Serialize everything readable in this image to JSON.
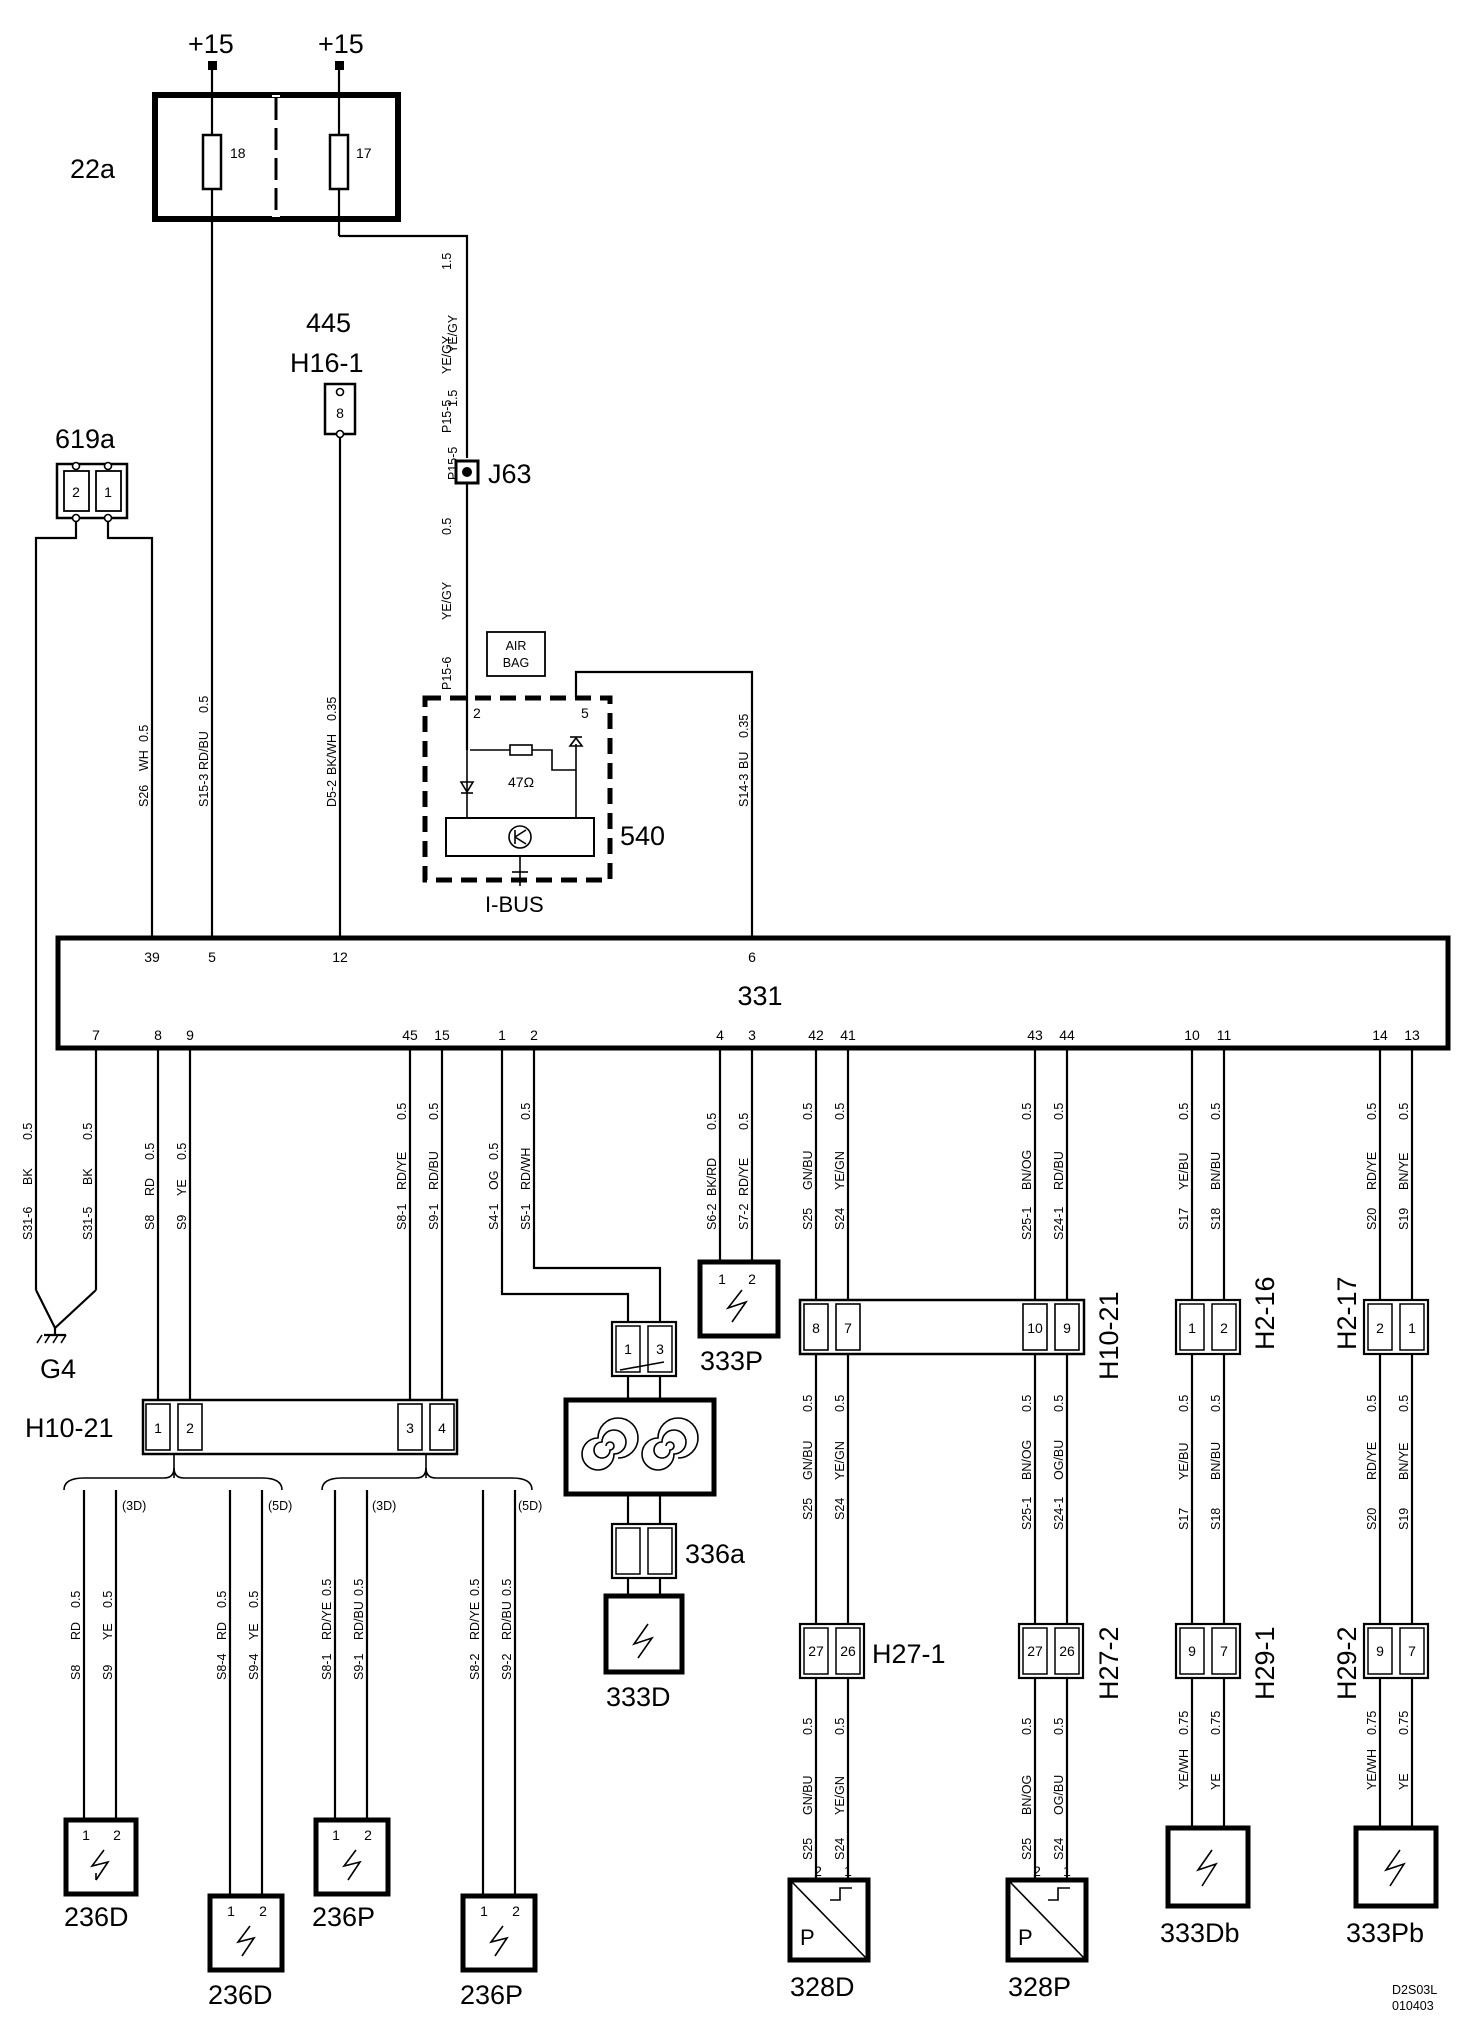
{
  "supply": {
    "left": "+15",
    "right": "+15"
  },
  "fusebox": {
    "name": "22a",
    "fuse_left": "18",
    "fuse_right": "17"
  },
  "ground": {
    "name": "G4"
  },
  "components": {
    "c619a": {
      "name": "619a",
      "pins": [
        "2",
        "1"
      ]
    },
    "c445": {
      "name": "445",
      "sub": "H16-1",
      "pin": "8"
    },
    "j63": {
      "name": "J63"
    },
    "airbag_tag": {
      "line1": "AIR",
      "line2": "BAG"
    },
    "c540": {
      "name": "540",
      "pin_a": "2",
      "pin_b": "5",
      "resistor": "47Ω",
      "bus": "I-BUS"
    },
    "c331": {
      "name": "331",
      "top_pins": [
        "39",
        "5",
        "12",
        "6"
      ],
      "bottom_pins": [
        "7",
        "8",
        "9",
        "45",
        "15",
        "1",
        "2",
        "4",
        "3",
        "42",
        "41",
        "43",
        "44",
        "10",
        "11",
        "14",
        "13"
      ]
    },
    "h10_21_left": {
      "name": "H10-21",
      "pins": [
        "1",
        "2",
        "3",
        "4"
      ]
    },
    "h10_21_right": {
      "name": "H10-21",
      "pins": [
        "8",
        "7",
        "10",
        "9"
      ]
    },
    "h2_16": {
      "name": "H2-16",
      "pins": [
        "1",
        "2"
      ]
    },
    "h2_17": {
      "name": "H2-17",
      "pins": [
        "2",
        "1"
      ]
    },
    "c336a": {
      "name": "336a",
      "pins": [
        "1",
        "3"
      ]
    },
    "c333D": {
      "name": "333D"
    },
    "c333P": {
      "name": "333P",
      "pins": [
        "1",
        "2"
      ]
    },
    "h27_1": {
      "name": "H27-1",
      "pins": [
        "27",
        "26"
      ]
    },
    "h27_2": {
      "name": "H27-2",
      "pins": [
        "27",
        "26"
      ]
    },
    "h29_1": {
      "name": "H29-1",
      "pins": [
        "9",
        "7"
      ]
    },
    "h29_2": {
      "name": "H29-2",
      "pins": [
        "9",
        "7"
      ]
    },
    "c236D_a": {
      "name": "236D",
      "pins": [
        "1",
        "2"
      ]
    },
    "c236D_b": {
      "name": "236D",
      "pins": [
        "1",
        "2"
      ]
    },
    "c236P_a": {
      "name": "236P",
      "pins": [
        "1",
        "2"
      ]
    },
    "c236P_b": {
      "name": "236P",
      "pins": [
        "1",
        "2"
      ]
    },
    "c328D": {
      "name": "328D",
      "pins": [
        "2",
        "1"
      ],
      "symbol": "P"
    },
    "c328P": {
      "name": "328P",
      "pins": [
        "2",
        "1"
      ],
      "symbol": "P"
    },
    "c333Db": {
      "name": "333Db"
    },
    "c333Pb": {
      "name": "333Pb"
    }
  },
  "variants": {
    "d3": "(3D)",
    "d5": "(5D)"
  },
  "wires": {
    "w17": [
      "1.5",
      "YE/GY",
      "P15-5"
    ],
    "j63_low": [
      "0.5",
      "YE/GY",
      "P15-6"
    ],
    "w619_left": [
      "S26",
      "WH",
      "0.5"
    ],
    "w_fuse18": [
      "S15-3",
      "RD/BU",
      "0.5"
    ],
    "w_445": [
      "D5-2",
      "BK/WH",
      "0.35"
    ],
    "w_540": [
      "S14-3",
      "BU",
      "0.35"
    ],
    "w_g4a": [
      "S31-6",
      "BK",
      "0.5"
    ],
    "w_g4b": [
      "S31-5",
      "BK",
      "0.5"
    ],
    "w8": [
      "S8",
      "RD",
      "0.5"
    ],
    "w9": [
      "S9",
      "YE",
      "0.5"
    ],
    "w45": [
      "S8-1",
      "RD/YE",
      "0.5"
    ],
    "w15": [
      "S9-1",
      "RD/BU",
      "0.5"
    ],
    "w1": [
      "S4-1",
      "OG",
      "0.5"
    ],
    "w2": [
      "S5-1",
      "RD/WH",
      "0.5"
    ],
    "w4": [
      "S6-2",
      "BK/RD",
      "0.5"
    ],
    "w3": [
      "S7-2",
      "RD/YE",
      "0.5"
    ],
    "w42": [
      "S25",
      "GN/BU",
      "0.5"
    ],
    "w41": [
      "S24",
      "YE/GN",
      "0.5"
    ],
    "w43": [
      "S25-1",
      "BN/OG",
      "0.5"
    ],
    "w44": [
      "S24-1",
      "RD/BU",
      "0.5"
    ],
    "w10": [
      "S17",
      "YE/BU",
      "0.5"
    ],
    "w11": [
      "S18",
      "BN/BU",
      "0.5"
    ],
    "w14": [
      "S20",
      "RD/YE",
      "0.5"
    ],
    "w13": [
      "S19",
      "BN/YE",
      "0.5"
    ],
    "m42": [
      "S25",
      "GN/BU",
      "0.5"
    ],
    "m41": [
      "S24",
      "YE/GN",
      "0.5"
    ],
    "m43": [
      "S25-1",
      "BN/OG",
      "0.5"
    ],
    "m44": [
      "S24-1",
      "OG/BU",
      "0.5"
    ],
    "m10": [
      "S17",
      "YE/BU",
      "0.5"
    ],
    "m11": [
      "S18",
      "BN/BU",
      "0.5"
    ],
    "m14": [
      "S20",
      "RD/YE",
      "0.5"
    ],
    "m13": [
      "S19",
      "BN/YE",
      "0.5"
    ],
    "b42": [
      "S25",
      "GN/BU",
      "0.5"
    ],
    "b41": [
      "S24",
      "YE/GN",
      "0.5"
    ],
    "b43": [
      "S25",
      "BN/OG",
      "0.5"
    ],
    "b44": [
      "S24",
      "OG/BU",
      "0.5"
    ],
    "b10": [
      "YE/WH",
      "0.75"
    ],
    "b11": [
      "YE",
      "0.75"
    ],
    "b14": [
      "YE/WH",
      "0.75"
    ],
    "b13": [
      "YE",
      "0.75"
    ],
    "d1": [
      "S8",
      "RD",
      "0.5"
    ],
    "d2": [
      "S9",
      "YE",
      "0.5"
    ],
    "d3": [
      "S8-4",
      "RD",
      "0.5"
    ],
    "d4": [
      "S9-4",
      "YE",
      "0.5"
    ],
    "d5": [
      "S8-1",
      "RD/YE",
      "0.5"
    ],
    "d6": [
      "S9-1",
      "RD/BU",
      "0.5"
    ],
    "d7": [
      "S8-2",
      "RD/YE",
      "0.5"
    ],
    "d8": [
      "S9-2",
      "RD/BU",
      "0.5"
    ]
  },
  "drawing_code": {
    "line1": "D2S03L",
    "line2": "010403"
  }
}
